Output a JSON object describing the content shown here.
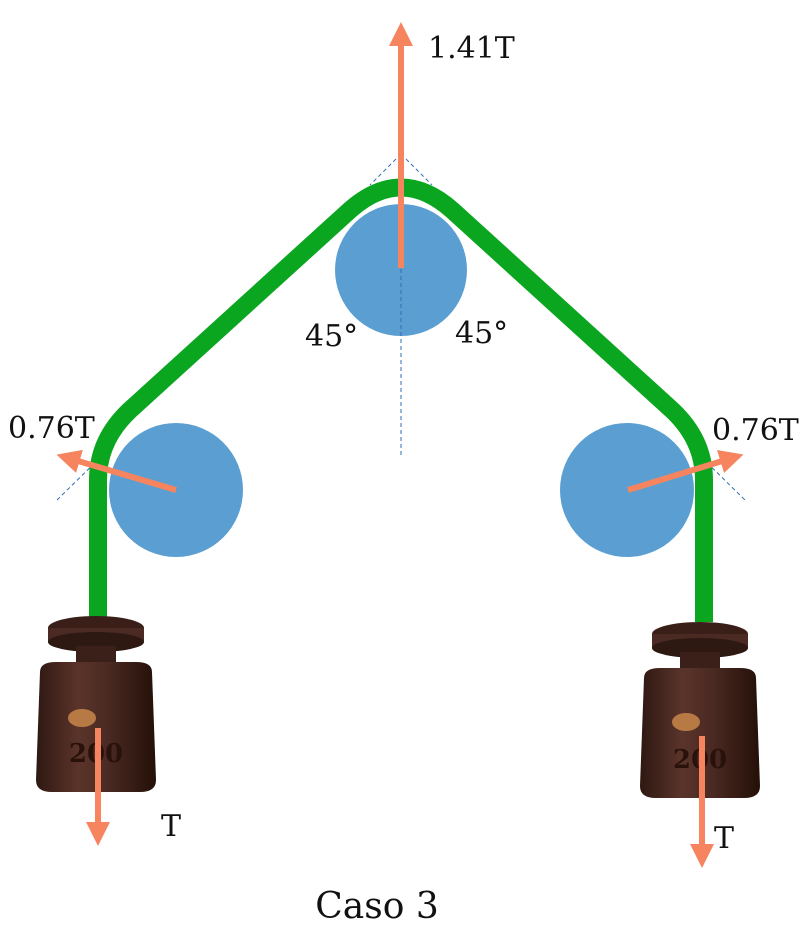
{
  "caption": "Caso 3",
  "labels": {
    "top_force": "1.41T",
    "left_pulley_force": "0.76T",
    "right_pulley_force": "0.76T",
    "left_angle": "45°",
    "right_angle": "45°",
    "left_weight_force": "T",
    "right_weight_force": "T"
  },
  "weights": {
    "left_stamp": "200",
    "right_stamp": "200"
  },
  "colors": {
    "rope": "#0aa61f",
    "pulley": "#5b9fd2",
    "arrow": "#f5845f",
    "guide": "#2f6fb5",
    "weight": "#4a2a22",
    "weight_dark": "#2e1812",
    "tag": "#b87a45"
  }
}
